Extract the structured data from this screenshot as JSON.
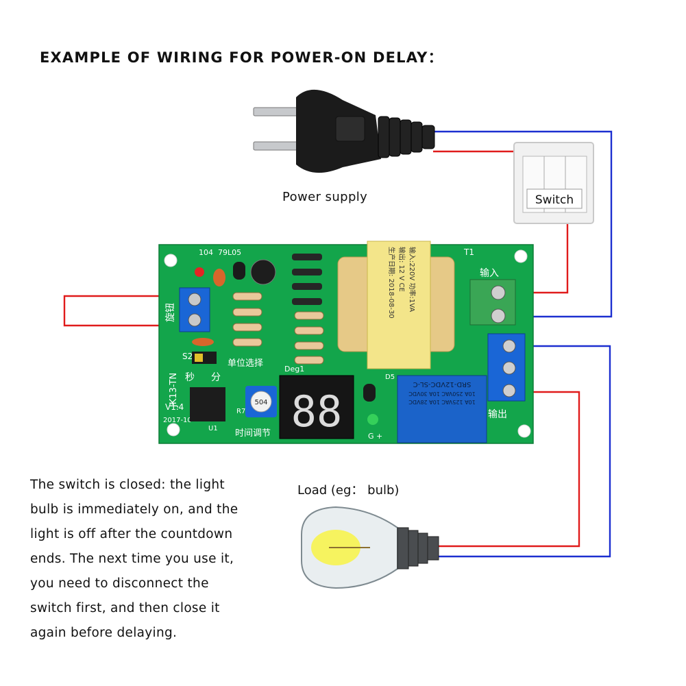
{
  "title": "EXAMPLE OF WIRING FOR POWER-ON DELAY：",
  "power_supply_label": "Power supply",
  "switch_label": "Switch",
  "load_label": "Load (eg： bulb)",
  "description_lines": [
    "The switch is closed: the light",
    "bulb is immediately on, and the",
    "light is off after the countdown",
    "ends. The next time you use it,",
    "you need to disconnect the",
    "switch first, and then close it",
    "again before delaying."
  ],
  "board": {
    "labels": {
      "r104": "104",
      "r7905": "79L05",
      "t1": "T1",
      "input": "输入",
      "output": "输出",
      "knob": "旋钮",
      "s2": "S2",
      "unit_select": "单位选择",
      "deg1": "Deg1",
      "sec": "秒",
      "min": "分",
      "model": "JK13-TN",
      "version": "V1.4",
      "year": "2017-10",
      "u1": "U1",
      "r7": "R7",
      "time_adjust": "时间调节",
      "pot_value": "504",
      "d5": "D5",
      "g_plus": "G +",
      "display": "88"
    },
    "transformer_lines": [
      "输入:220V 功率:1VA",
      "输出: 12 V  CE",
      "生产日期: 2018-08-30"
    ],
    "relay_lines": [
      "SRD-12VDC-SL-C",
      "10A 250VAC  10A 30VDC",
      "10A 125VAC  10A 28VDC"
    ]
  },
  "colors": {
    "wire_red": "#e01b1b",
    "wire_blue": "#1c2fd0",
    "pcb_green": "#12a34a",
    "terminal_blue": "#1a66d6",
    "terminal_green": "#3aa655",
    "relay_blue": "#1b63c9",
    "transformer_yellow": "#f3e58a"
  }
}
